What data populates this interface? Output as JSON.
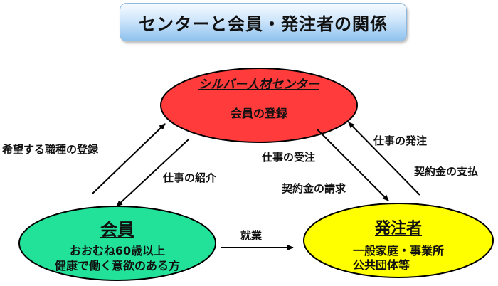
{
  "title": "センターと会員・発注者の関係",
  "center": {
    "name": "シルバー人材センター",
    "role": "会員の登録"
  },
  "member": {
    "name": "会員",
    "desc_line1": "おおむね60歳以上",
    "desc_line2": "健康で働く意欲のある方"
  },
  "client": {
    "name": "発注者",
    "desc_line1": "一般家庭・事業所",
    "desc_line2": "公共団体等"
  },
  "arrows": {
    "member_to_center": "希望する職種の登録",
    "center_to_member": "仕事の紹介",
    "center_to_client_1": "仕事の受注",
    "center_to_client_2": "契約金の請求",
    "client_to_center_1": "仕事の発注",
    "client_to_center_2": "契約金の支払",
    "member_to_client": "就業"
  },
  "colors": {
    "center_fill": "#ff3b3b",
    "member_fill": "#22e29a",
    "client_fill": "#ffff00",
    "title_bg": "#cfe6fb"
  }
}
